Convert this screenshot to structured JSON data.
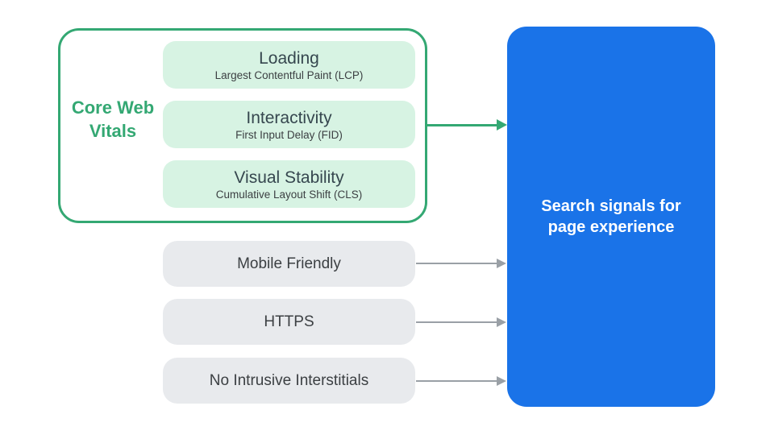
{
  "diagram": {
    "core_web_vitals": {
      "label": "Core Web Vitals",
      "items": [
        {
          "title": "Loading",
          "subtitle": "Largest Contentful Paint (LCP)"
        },
        {
          "title": "Interactivity",
          "subtitle": "First Input Delay (FID)"
        },
        {
          "title": "Visual Stability",
          "subtitle": "Cumulative Layout Shift (CLS)"
        }
      ]
    },
    "other_signals": [
      {
        "label": "Mobile Friendly"
      },
      {
        "label": "HTTPS"
      },
      {
        "label": "No Intrusive Interstitials"
      }
    ],
    "result": {
      "label": "Search signals for page experience"
    },
    "colors": {
      "green_accent": "#34a873",
      "green_pill_fill": "#d7f3e3",
      "blue_box": "#1a73e8",
      "gray_pill_fill": "#e8eaed",
      "gray_arrow": "#9aa0a6",
      "dark_text": "#3c4043",
      "white_text": "#ffffff"
    }
  }
}
